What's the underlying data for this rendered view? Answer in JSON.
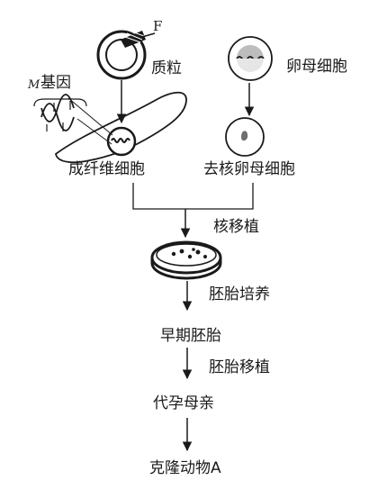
{
  "labels": {
    "f_marker": "F",
    "plasmid": "质粒",
    "m_letter": "M",
    "gene": "基因",
    "oocyte": "卵母细胞",
    "fibroblast": "成纤维细胞",
    "enucleated_oocyte": "去核卵母细胞",
    "nuclear_transfer": "核移植",
    "embryo_culture": "胚胎培养",
    "early_embryo": "早期胚胎",
    "embryo_transfer": "胚胎移植",
    "surrogate_mother": "代孕母亲",
    "cloned_animal": "克隆动物A"
  }
}
